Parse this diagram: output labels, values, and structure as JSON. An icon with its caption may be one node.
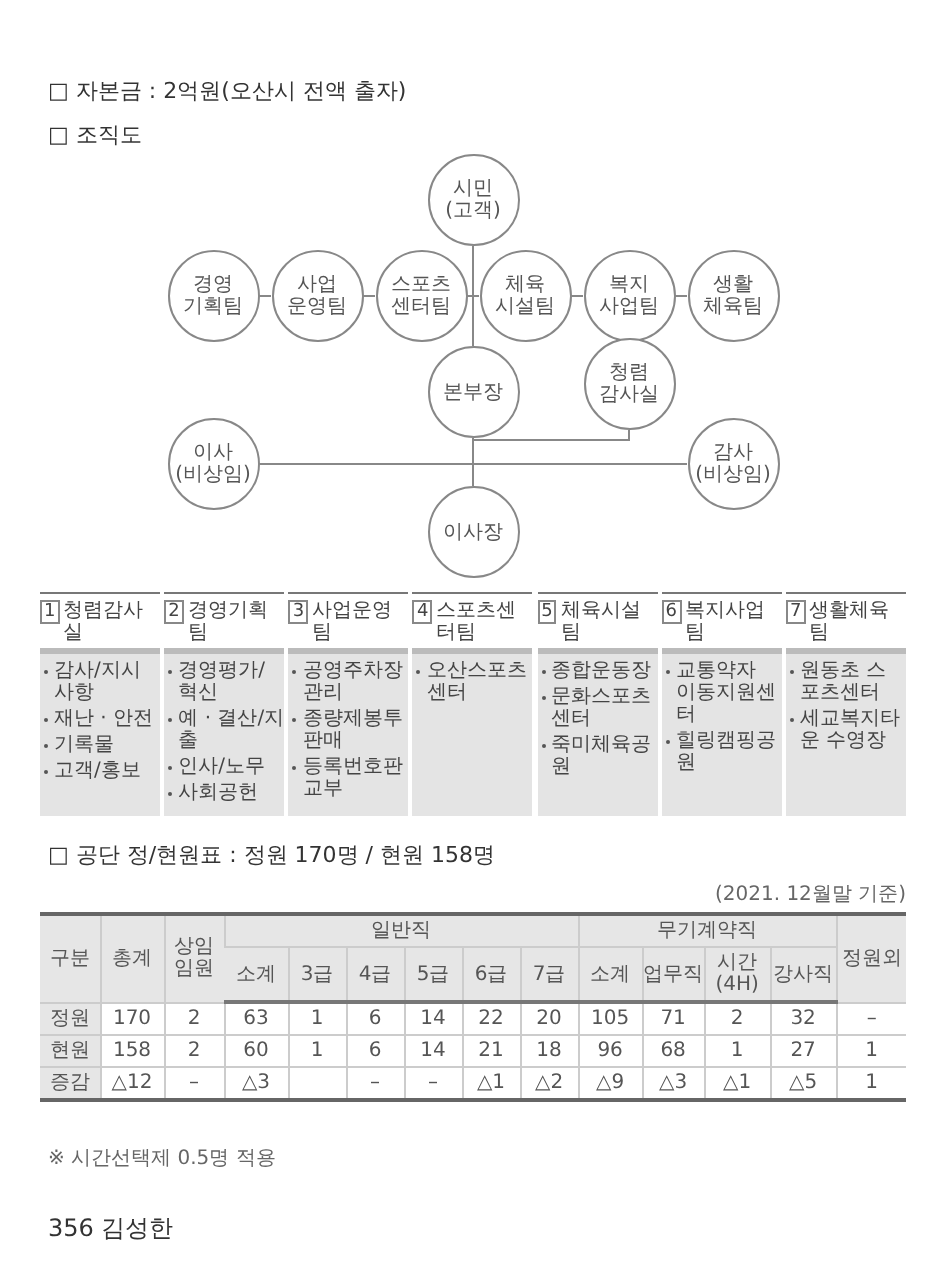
{
  "diagram": {
    "nodes": [
      {
        "text": [
          "시민 (고객)"
        ]
      },
      {
        "text": [
          "경영 기획팀"
        ]
      },
      {
        "text": [
          "사업 운영팀"
        ]
      },
      {
        "text": [
          "스포츠 센터팀"
        ]
      },
      {
        "text": [
          "체육 시설팀"
        ]
      },
      {
        "text": [
          "복지 사업팀"
        ]
      },
      {
        "text": [
          "생활 체육팀"
        ]
      },
      {
        "text": [
          "본부장"
        ]
      },
      {
        "text": [
          "청렴 감사실"
        ]
      },
      {
        "text": [
          "이사 (비상임)"
        ]
      },
      {
        "text": [
          "감사 (비상임)"
        ]
      },
      {
        "text": [
          "이사장"
        ]
      },
      {
        "text": [
          "1",
          "청렴감사실",
          "감사/지시사항",
          "재난 · 안전",
          "기록물",
          "고객/홍보"
        ]
      },
      {
        "text": [
          "2",
          "경영기획팀",
          "경영평가/혁신",
          "예 · 결산/지출",
          "인사/노무",
          "사회공헌"
        ]
      },
      {
        "text": [
          "3",
          "사업운영팀",
          "공영주차장 관리",
          "종량제봉투 판매",
          "등록번호판 교부"
        ]
      },
      {
        "text": [
          "4",
          "스포츠센터팀",
          "오산스포츠센터"
        ]
      },
      {
        "text": [
          "5",
          "체육시설팀",
          "종합운동장",
          "문화스포츠센터",
          "죽미체육공원"
        ]
      },
      {
        "text": [
          "6",
          "복지사업팀",
          "교통약자 이동지원센터",
          "힐링캠핑공원"
        ]
      },
      {
        "text": [
          "7",
          "생활체육팀",
          "원동초 스포츠센터",
          "세교복지타운 수영장"
        ]
      }
    ],
    "edges": [
      {
        "from": 1,
        "to": 2,
        "arrow": "none"
      },
      {
        "from": 2,
        "to": 3,
        "arrow": "none"
      },
      {
        "from": 3,
        "to": 4,
        "arrow": "none"
      },
      {
        "from": 4,
        "to": 5,
        "arrow": "none"
      },
      {
        "from": 5,
        "to": 6,
        "arrow": "none"
      },
      {
        "from": 0,
        "to": 7,
        "arrow": "none"
      },
      {
        "from": 7,
        "to": 11,
        "arrow": "none"
      },
      {
        "from": 8,
        "to": 11,
        "arrow": "none"
      },
      {
        "from": 9,
        "to": 10,
        "arrow": "none"
      }
    ],
    "labels": [
      "□ 자본금 : 2억원(오산시 전액 출자)",
      "□ 조직도",
      "□ 공단 정/현원표 : 정원 170명 / 현원 158명",
      "(2021. 12월말 기준)",
      "구분",
      "총계",
      "상임 임원",
      "일반직",
      "무기계약직",
      "정원외",
      "소계",
      "3급",
      "4급",
      "5급",
      "6급",
      "7급",
      "소계",
      "업무직",
      "시간 (4H)",
      "강사직",
      "정원",
      "170",
      "2",
      "63",
      "1",
      "6",
      "14",
      "22",
      "20",
      "105",
      "71",
      "2",
      "32",
      "–",
      "현원",
      "158",
      "2",
      "60",
      "1",
      "6",
      "14",
      "21",
      "18",
      "96",
      "68",
      "1",
      "27",
      "1",
      "증감",
      "△12",
      "–",
      "△3",
      "–",
      "–",
      "△1",
      "△2",
      "△9",
      "△3",
      "△1",
      "△5",
      "1",
      "※ 시간선택제 0.5명 적용",
      "356 김성한"
    ]
  }
}
